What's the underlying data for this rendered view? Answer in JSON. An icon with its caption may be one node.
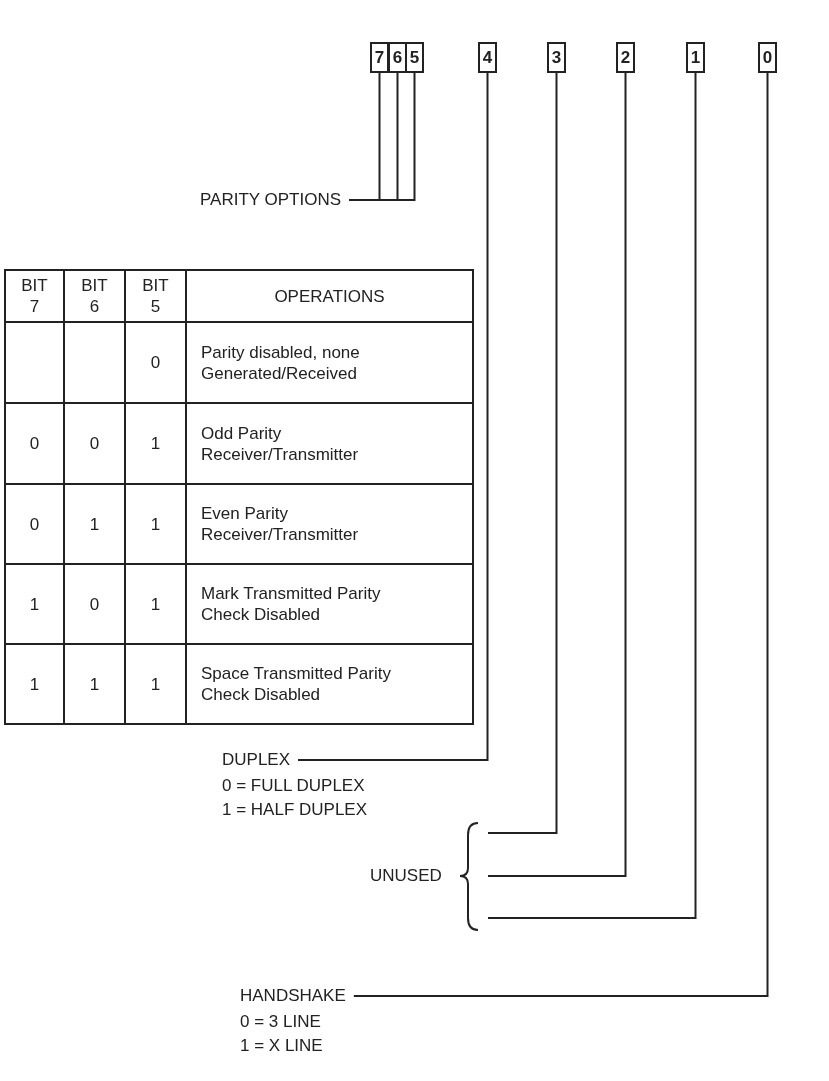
{
  "diagram": {
    "nodes": [
      {
        "text": [
          "7"
        ]
      },
      {
        "text": [
          "6"
        ]
      },
      {
        "text": [
          "5"
        ]
      },
      {
        "text": [
          "4"
        ]
      },
      {
        "text": [
          "3"
        ]
      },
      {
        "text": [
          "2"
        ]
      },
      {
        "text": [
          "1"
        ]
      },
      {
        "text": [
          "0"
        ]
      },
      {
        "text": [
          "PARITY OPTIONS"
        ]
      },
      {
        "text": [
          "DUPLEX"
        ],
        "beside": [
          "0 = FULL DUPLEX",
          "1 = HALF DUPLEX"
        ]
      },
      {
        "text": [
          "UNUSED"
        ]
      },
      {
        "text": [
          "HANDSHAKE"
        ],
        "beside": [
          "0 = 3 LINE",
          "1 = X LINE"
        ]
      }
    ],
    "edges": [
      {
        "from": 0,
        "to": 8,
        "arrow": "none"
      },
      {
        "from": 1,
        "to": 8,
        "arrow": "none"
      },
      {
        "from": 2,
        "to": 8,
        "arrow": "none"
      },
      {
        "from": 3,
        "to": 9,
        "arrow": "none"
      },
      {
        "from": 4,
        "to": 10,
        "arrow": "none"
      },
      {
        "from": 5,
        "to": 10,
        "arrow": "none"
      },
      {
        "from": 6,
        "to": 10,
        "arrow": "none"
      },
      {
        "from": 7,
        "to": 11,
        "arrow": "none"
      }
    ],
    "labels": [
      "BIT 7",
      "BIT 6",
      "BIT 5",
      "OPERATIONS",
      "0",
      "Parity disabled, none Generated/Received",
      "0",
      "0",
      "1",
      "Odd Parity Receiver/Transmitter",
      "0",
      "1",
      "1",
      "Even Parity Receiver/Transmitter",
      "1",
      "0",
      "1",
      "Mark Transmitted Parity Check Disabled",
      "1",
      "1",
      "1",
      "Space Transmitted Parity Check Disabled"
    ]
  }
}
